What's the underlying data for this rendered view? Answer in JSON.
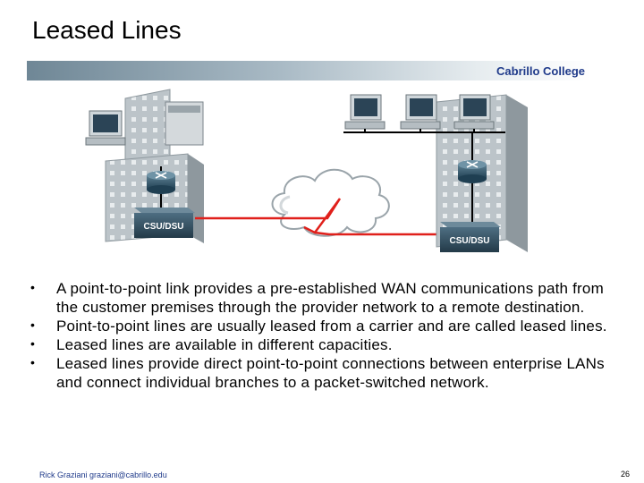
{
  "slide": {
    "title": "Leased Lines",
    "college": "Cabrillo College",
    "footer": "Rick Graziani  graziani@cabrillo.edu",
    "page_number": "26"
  },
  "diagram": {
    "left_site_label": "CSU/DSU",
    "right_site_label": "CSU/DSU",
    "colors": {
      "leased_line": "#e0201b",
      "building": "#b9c1c6",
      "cloud": "#ffffff"
    }
  },
  "bullets": [
    "A point-to-point link provides a pre-established WAN communications path from the customer premises through the provider network to a remote destination.",
    "Point-to-point lines are usually leased from a carrier and are called leased lines.",
    "Leased lines are available in different capacities.",
    "Leased lines provide direct point-to-point connections between enterprise LANs and connect individual branches to a packet-switched network."
  ],
  "bullet_glyph": "•"
}
